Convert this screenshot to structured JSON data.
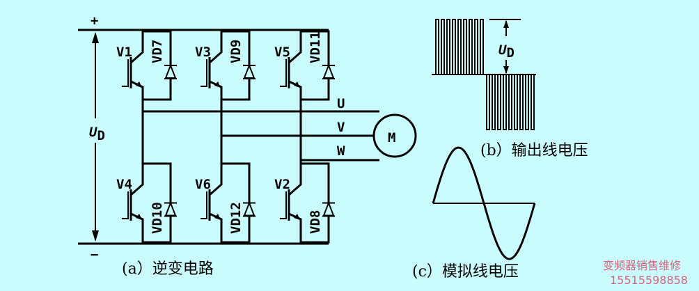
{
  "circuit": {
    "plus": "+",
    "minus": "−",
    "ud_main": "U",
    "ud_sub": "D",
    "upper": [
      {
        "switch": "V1",
        "diode": "VD7"
      },
      {
        "switch": "V3",
        "diode": "VD9"
      },
      {
        "switch": "V5",
        "diode": "VD11"
      }
    ],
    "lower": [
      {
        "switch": "V4",
        "diode": "VD10"
      },
      {
        "switch": "V6",
        "diode": "VD12"
      },
      {
        "switch": "V2",
        "diode": "VD8"
      }
    ],
    "phases": [
      "U",
      "V",
      "W"
    ],
    "motor": "M",
    "caption": "(a）逆变电路"
  },
  "output_voltage": {
    "ud_main": "U",
    "ud_sub": "D",
    "caption": "(b）输出线电压"
  },
  "analog_voltage": {
    "caption": "(c）模拟线电压"
  },
  "watermark": {
    "line1": "变频器销售维修",
    "line2": "15515598858"
  },
  "colors": {
    "background": "#c9fdfd",
    "watermark": "#e0607a"
  }
}
